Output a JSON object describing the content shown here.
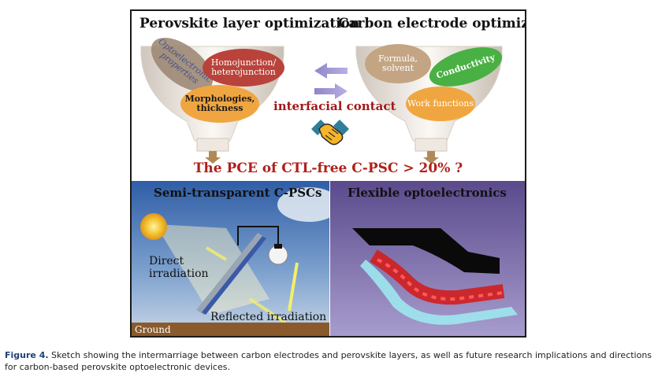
{
  "figure": {
    "top": {
      "left_heading": "Perovskite layer optimization",
      "right_heading": "Carbon electrode optimization",
      "left_bubbles": [
        "Optoelectronic properties",
        "Homojunction/ heterojunction",
        "Morphologies, thickness"
      ],
      "right_bubbles": [
        "Formula, solvent",
        "Conductivity",
        "Work functions"
      ],
      "middle_label": "interfacial contact",
      "question": "The PCE of CTL-free C-PSC > 20% ?"
    },
    "bottom_left": {
      "title": "Semi-transparent C-PSCs",
      "direct": "Direct irradiation",
      "reflected": "Reflected irradiation",
      "ground": "Ground"
    },
    "bottom_right": {
      "title": "Flexible optoelectronics"
    }
  },
  "caption": {
    "label": "Figure 4.",
    "text": "Sketch showing the intermarriage between carbon electrodes and perovskite layers, as well as future research implications and directions for carbon-based perovskite optoelectronic devices."
  }
}
